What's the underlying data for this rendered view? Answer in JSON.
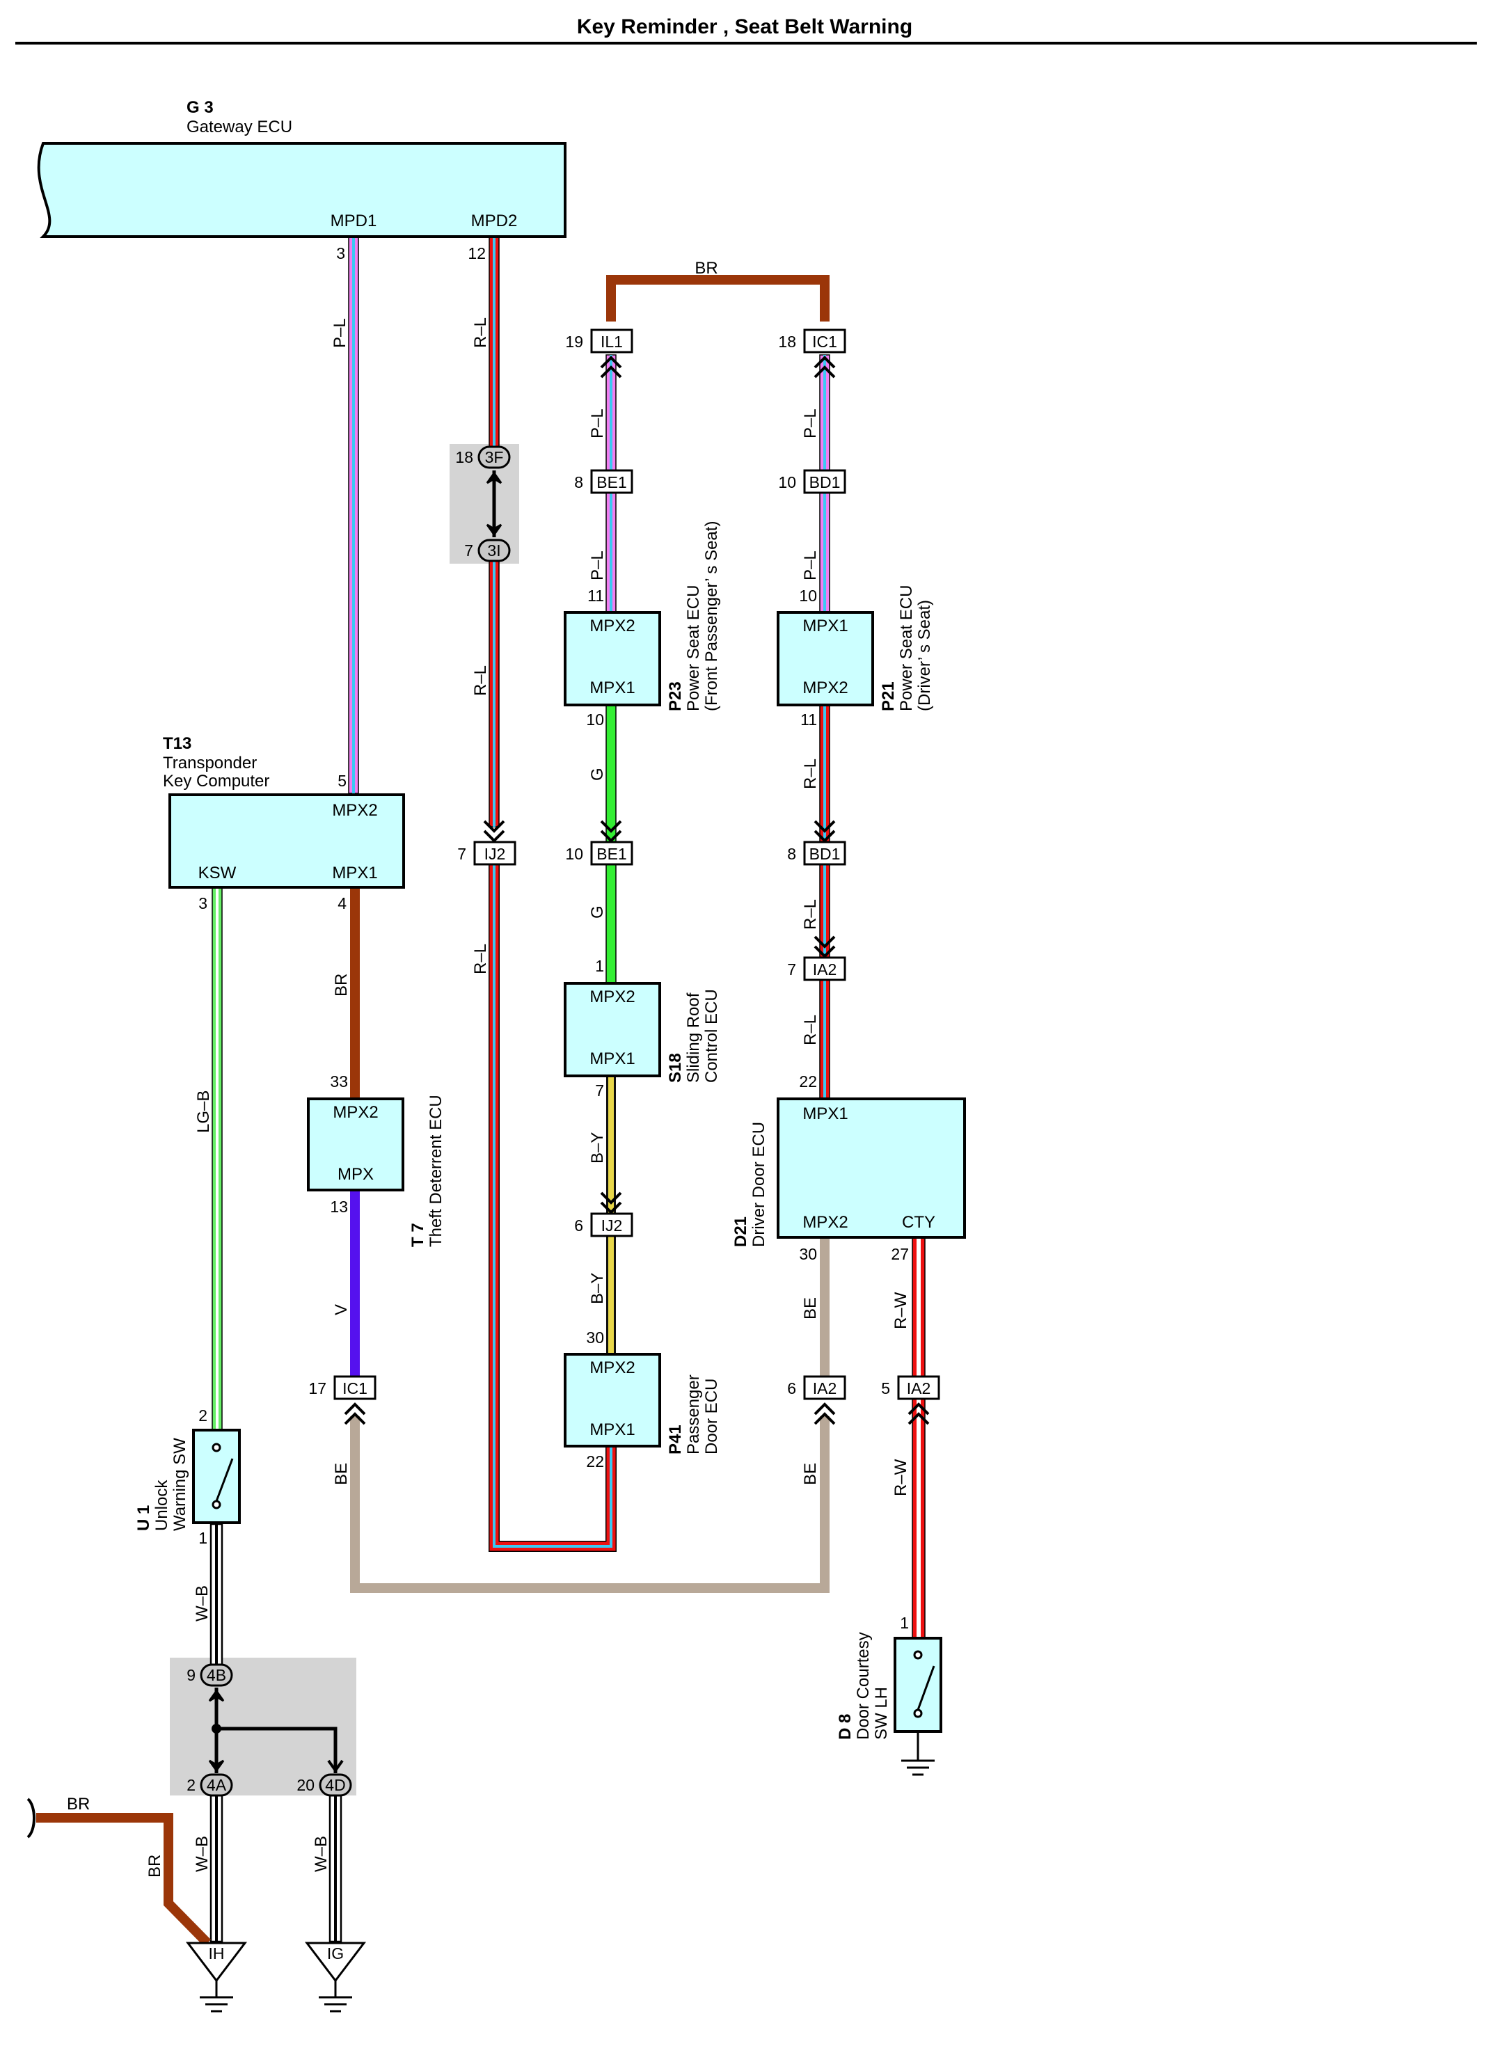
{
  "title": "Key Reminder , Seat Belt Warning",
  "colors": {
    "pink": "#f27ef0",
    "blue": "#3cc8f2",
    "red": "#ee1111",
    "brown": "#9b3609",
    "green": "#33ee33",
    "lightgreen": "#66ee66",
    "yellow": "#e8d74a",
    "violet": "#5511ee",
    "beige": "#b8a898",
    "white": "#ffffff",
    "ecu": "#ccffff",
    "junction": "#d4d4d4"
  },
  "components": {
    "g3": {
      "id": "G 3",
      "name": "Gateway ECU",
      "pins": {
        "mpd1": "MPD1",
        "mpd2": "MPD2"
      }
    },
    "t13": {
      "id": "T13",
      "name1": "Transponder",
      "name2": "Key Computer",
      "pins": {
        "mpx2": "MPX2",
        "ksw": "KSW",
        "mpx1": "MPX1"
      }
    },
    "t7": {
      "id": "T 7",
      "name": "Theft Deterrent ECU",
      "pins": {
        "mpx2": "MPX2",
        "mpx": "MPX"
      }
    },
    "p23": {
      "id": "P23",
      "name1": "Power Seat ECU",
      "name2": "(Front Passenger’ s Seat)",
      "pins": {
        "mpx2": "MPX2",
        "mpx1": "MPX1"
      }
    },
    "p21": {
      "id": "P21",
      "name1": "Power Seat ECU",
      "name2": "(Driver’ s Seat)",
      "pins": {
        "mpx1": "MPX1",
        "mpx2": "MPX2"
      }
    },
    "s18": {
      "id": "S18",
      "name1": "Sliding Roof",
      "name2": "Control ECU",
      "pins": {
        "mpx2": "MPX2",
        "mpx1": "MPX1"
      }
    },
    "p41": {
      "id": "P41",
      "name1": "Passenger",
      "name2": "Door ECU",
      "pins": {
        "mpx2": "MPX2",
        "mpx1": "MPX1"
      }
    },
    "d21": {
      "id": "D21",
      "name": "Driver Door ECU",
      "pins": {
        "mpx1": "MPX1",
        "mpx2": "MPX2",
        "cty": "CTY"
      }
    },
    "u1": {
      "id": "U 1",
      "name1": "Unlock",
      "name2": "Warning SW"
    },
    "d8": {
      "id": "D 8",
      "name1": "Door Courtesy",
      "name2": "SW LH"
    }
  },
  "connectors": {
    "il1": "IL1",
    "ic1_top": "IC1",
    "be1_top": "BE1",
    "bd1_top": "BD1",
    "ij2_mid": "IJ2",
    "be1_mid": "BE1",
    "bd1_mid": "BD1",
    "ia2_top": "IA2",
    "ij2_low": "IJ2",
    "ic1_low": "IC1",
    "ia2_6": "IA2",
    "ia2_5": "IA2"
  },
  "junctions": {
    "j3f": "3F",
    "j3i": "3I",
    "j4b": "4B",
    "j4a": "4A",
    "j4d": "4D"
  },
  "grounds": {
    "ih": "IH",
    "ig": "IG"
  },
  "pins": {
    "g3_3": "3",
    "g3_12": "12",
    "t13_5": "5",
    "t13_3": "3",
    "t13_4": "4",
    "t7_33": "33",
    "t7_13": "13",
    "j3f_18": "18",
    "j3i_7": "7",
    "il1_19": "19",
    "ic1_18": "18",
    "be1_8": "8",
    "bd1_10": "10",
    "p23_11": "11",
    "p21_10": "10",
    "p23_10": "10",
    "p21_11": "11",
    "ij2_7": "7",
    "be1_10": "10",
    "bd1_8": "8",
    "ia2_7": "7",
    "s18_1": "1",
    "s18_7": "7",
    "d21_22": "22",
    "ij2_6": "6",
    "d21_30": "30",
    "d21_27": "27",
    "p41_30": "30",
    "p41_22": "22",
    "ic1_17": "17",
    "ia2_6": "6",
    "ia2_5": "5",
    "u1_2": "2",
    "u1_1": "1",
    "d8_1": "1",
    "j4b_9": "9",
    "j4a_2": "2",
    "j4d_20": "20"
  },
  "wires": {
    "pl_g3": "P–L",
    "rl_g3": "R–L",
    "br_top": "BR",
    "pl_il1": "P–L",
    "pl_ic1": "P–L",
    "pl_be1": "P–L",
    "pl_bd1": "P–L",
    "rl_3i": "R–L",
    "g_1": "G",
    "g_2": "G",
    "rl_p21": "R–L",
    "rl_bd1": "R–L",
    "rl_ia2": "R–L",
    "br_t13": "BR",
    "rl_ij2": "R–L",
    "lgb": "LG–B",
    "by_1": "B–Y",
    "by_2": "B–Y",
    "v": "V",
    "be_d21": "BE",
    "rw_d21": "R–W",
    "be_ic1": "BE",
    "be_ia2": "BE",
    "rw_ia2": "R–W",
    "wb_u1": "W–B",
    "br_left": "BR",
    "br_left_v": "BR",
    "wb_4a": "W–B",
    "wb_4d": "W–B"
  }
}
